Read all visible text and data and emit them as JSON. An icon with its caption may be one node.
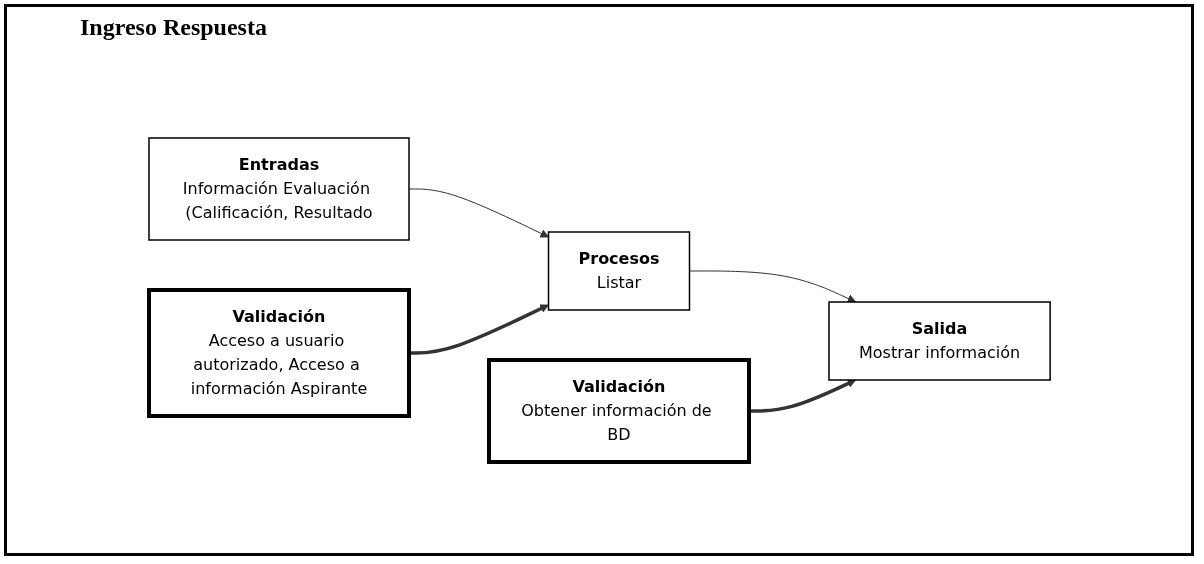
{
  "diagram": {
    "title": "Ingreso Respuesta",
    "nodes": [
      {
        "text": [
          "Entradas",
          "Información Evaluación (Calificación, Resultado"
        ]
      },
      {
        "text": [
          "Procesos",
          "Listar"
        ]
      },
      {
        "text": [
          "Salida",
          "Mostrar información"
        ]
      },
      {
        "text": [
          "Validación",
          "Acceso a usuario autorizado, Acceso a información Aspirante"
        ]
      },
      {
        "text": [
          "Validación",
          "Obtener información de BD"
        ]
      }
    ],
    "edges": [
      {
        "from": 0,
        "to": 1,
        "arrow": "to"
      },
      {
        "from": 1,
        "to": 2,
        "arrow": "to"
      },
      {
        "from": 3,
        "to": 1,
        "arrow": "to",
        "style": "thick"
      },
      {
        "from": 4,
        "to": 2,
        "arrow": "to",
        "style": "thick"
      }
    ]
  }
}
